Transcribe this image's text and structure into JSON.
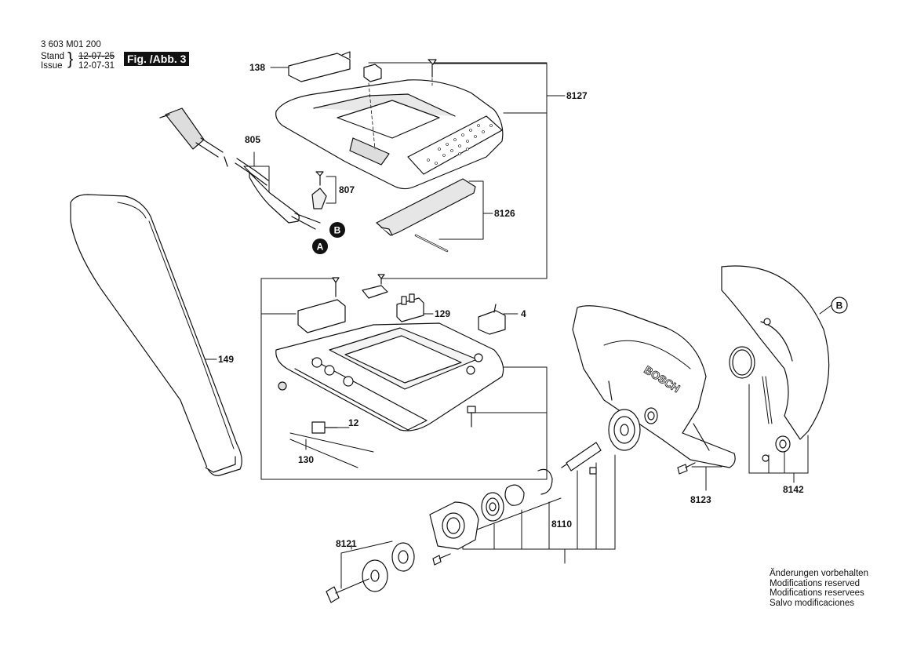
{
  "header": {
    "part_number": "3 603 M01 200",
    "stand_label": "Stand",
    "issue_label": "Issue",
    "stand_date": "12-07-25",
    "issue_date": "12-07-31",
    "figure": "Fig. /Abb. 3"
  },
  "callouts": [
    "138",
    "8127",
    "805",
    "807",
    "8126",
    "129",
    "4",
    "149",
    "12",
    "130",
    "8121",
    "8110",
    "8123",
    "8142"
  ],
  "markers": {
    "a": "A",
    "b": "B",
    "b_ref": "B"
  },
  "brand_text": "BOSCH",
  "notice": [
    "Änderungen vorbehalten",
    "Modifications reserved",
    "Modifications reservees",
    "Salvo modificaciones"
  ],
  "colors": {
    "line": "#111111",
    "fill": "#ffffff",
    "shade": "#d9d9d9",
    "dark": "#6b6b6b"
  }
}
